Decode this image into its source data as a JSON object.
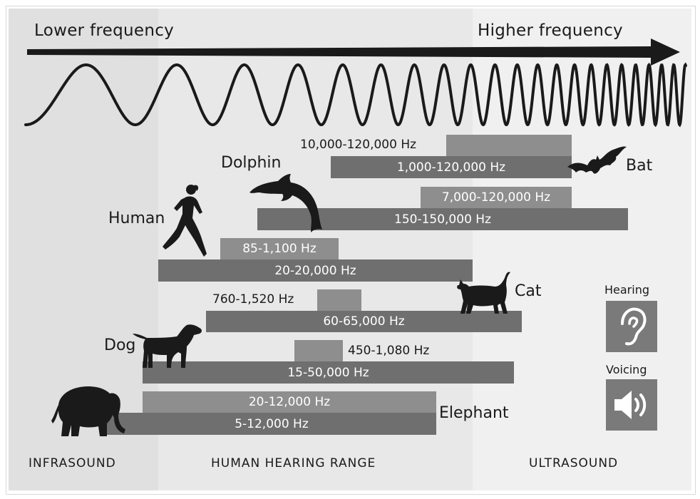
{
  "header": {
    "lower_label": "Lower frequency",
    "higher_label": "Higher frequency"
  },
  "zones": {
    "infrasound": "INFRASOUND",
    "human_range": "HUMAN HEARING RANGE",
    "ultrasound": "ULTRASOUND"
  },
  "animals": {
    "bat": {
      "name": "Bat",
      "voicing": "10,000-120,000 Hz",
      "hearing": "1,000-120,000 Hz"
    },
    "dolphin": {
      "name": "Dolphin",
      "voicing": "7,000-120,000 Hz",
      "hearing": "150-150,000 Hz"
    },
    "human": {
      "name": "Human",
      "voicing": "85-1,100 Hz",
      "hearing": "20-20,000 Hz"
    },
    "cat": {
      "name": "Cat",
      "voicing": "760-1,520 Hz",
      "hearing": "60-65,000 Hz"
    },
    "dog": {
      "name": "Dog",
      "voicing": "450-1,080 Hz",
      "hearing": "15-50,000 Hz"
    },
    "elephant": {
      "name": "Elephant",
      "voicing": "20-12,000 Hz",
      "hearing": "5-12,000 Hz"
    }
  },
  "legend": {
    "hearing": "Hearing",
    "voicing": "Voicing"
  },
  "colors": {
    "infrasound_bg": "#e0e0e0",
    "human_range_bg": "#e8e8e8",
    "ultrasound_bg": "#f0f0f0",
    "voicing_bar": "#8e8e8e",
    "hearing_bar": "#6f6f6f",
    "ink": "#1a1a1a"
  },
  "icons": [
    "arrow-icon",
    "waveform-icon",
    "bat-icon",
    "dolphin-icon",
    "runner-icon",
    "cat-icon",
    "dog-icon",
    "elephant-icon",
    "ear-icon",
    "speaker-icon"
  ]
}
